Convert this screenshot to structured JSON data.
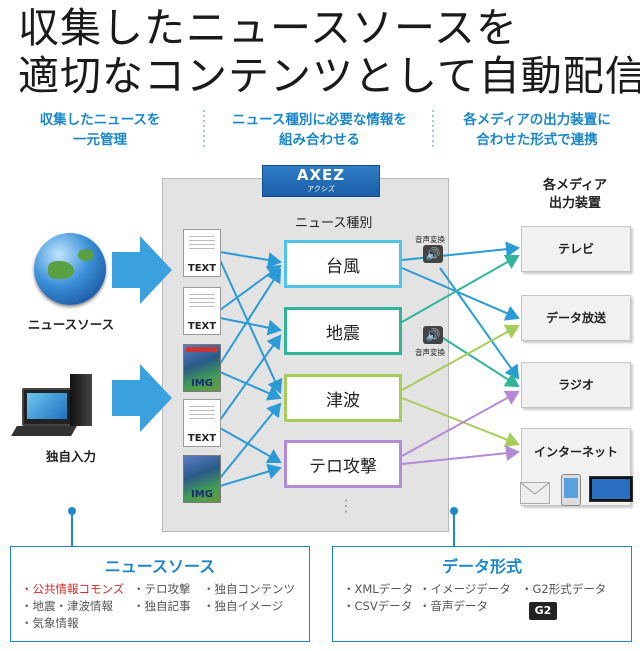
{
  "title": {
    "line1": "収集したニュースソースを",
    "line2": "適切なコンテンツとして自動配信"
  },
  "headers": {
    "left_l1": "収集したニュースを",
    "left_l2": "一元管理",
    "mid_l1": "ニュース種別に必要な情報を",
    "mid_l2": "組み合わせる",
    "right_l1": "各メディアの出力装置に",
    "right_l2": "合わせた形式で連携"
  },
  "axez": {
    "name": "AXEZ",
    "kana": "アクシズ"
  },
  "panel_label": "ニュース種別",
  "sources": {
    "news": "ニュースソース",
    "own": "独自入力"
  },
  "inputs": [
    {
      "type": "doc",
      "label": "TEXT"
    },
    {
      "type": "doc",
      "label": "TEXT"
    },
    {
      "type": "img",
      "label": "IMG"
    },
    {
      "type": "doc",
      "label": "TEXT"
    },
    {
      "type": "img",
      "label": "IMG"
    }
  ],
  "categories": [
    {
      "label": "台風",
      "color": "#4fc3e8"
    },
    {
      "label": "地震",
      "color": "#2fb59a"
    },
    {
      "label": "津波",
      "color": "#a6cd5a"
    },
    {
      "label": "テロ攻撃",
      "color": "#b48ad6"
    }
  ],
  "voice_conv": [
    "音声変換",
    "音声変換"
  ],
  "outputs_title": {
    "l1": "各メディア",
    "l2": "出力装置"
  },
  "outputs": [
    "テレビ",
    "データ放送",
    "ラジオ",
    "インターネット"
  ],
  "ellipsis": "⋮",
  "news_box": {
    "title": "ニュースソース",
    "col1": [
      "・公共情報コモンズ",
      "・地震・津波情報",
      "・気象情報"
    ],
    "col2": [
      "・テロ攻撃",
      "・独自記事"
    ],
    "col3": [
      "・独自コンテンツ",
      "・独自イメージ"
    ],
    "highlight_color": "#d42a2a"
  },
  "data_box": {
    "title": "データ形式",
    "col1": [
      "・XMLデータ",
      "・CSVデータ"
    ],
    "col2": [
      "・イメージデータ",
      "・音声データ"
    ],
    "col3": [
      "・G2形式データ"
    ],
    "badge": "G2"
  },
  "colors": {
    "accent": "#1b87c9",
    "line": "#2a9bd6"
  }
}
